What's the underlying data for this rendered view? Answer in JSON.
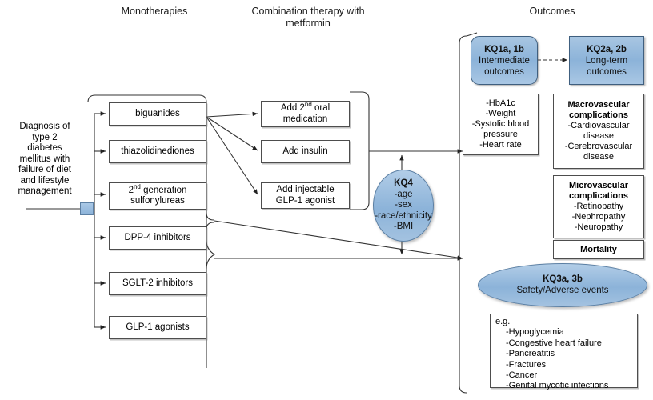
{
  "headers": {
    "monotherapies": "Monotherapies",
    "combination": "Combination therapy with\nmetformin",
    "outcomes": "Outcomes"
  },
  "population": {
    "label": "Diagnosis of\ntype 2\ndiabetes\nmellitus with\nfailure of diet\nand lifestyle\nmanagement"
  },
  "monotherapies": [
    {
      "label": "biguanides"
    },
    {
      "label": "thiazolidinediones"
    },
    {
      "label": "2nd generation\nsulfonylureas",
      "sup": "nd",
      "pre": "2",
      "post": " generation",
      "line2": "sulfonylureas"
    },
    {
      "label": "DPP-4 inhibitors"
    },
    {
      "label": "SGLT-2 inhibitors"
    },
    {
      "label": "GLP-1 agonists"
    }
  ],
  "combination": [
    {
      "label": "Add 2nd oral\nmedication",
      "pre": "Add 2",
      "sup": "nd",
      "post": " oral",
      "line2": "medication"
    },
    {
      "label": "Add insulin"
    },
    {
      "label": "Add injectable\nGLP-1 agonist"
    }
  ],
  "kq4": {
    "title": "KQ4",
    "items": "-age\n-sex\n-race/ethnicity\n-BMI"
  },
  "outcomes": {
    "kq1": {
      "title": "KQ1a, 1b",
      "subtitle": "Intermediate\noutcomes"
    },
    "kq2": {
      "title": "KQ2a, 2b",
      "subtitle": "Long-term\noutcomes"
    },
    "intermediate_list": "-HbA1c\n-Weight\n-Systolic blood\npressure\n-Heart rate",
    "macrovascular": {
      "title": "Macrovascular\ncomplications",
      "items": "-Cardiovascular\ndisease\n-Cerebrovascular\ndisease"
    },
    "microvascular": {
      "title": "Microvascular\ncomplications",
      "items": "-Retinopathy\n-Nephropathy\n-Neuropathy"
    },
    "mortality": "Mortality",
    "kq3": {
      "title": "KQ3a, 3b",
      "subtitle": "Safety/Adverse events"
    },
    "adverse": {
      "eg": "e.g.",
      "items": [
        "-Hypoglycemia",
        "-Congestive heart failure",
        "-Pancreatitis",
        "-Fractures",
        "-Cancer",
        "-Genital mycotic infections"
      ]
    }
  },
  "colors": {
    "kq_fill": "#8cb3d9",
    "kq_border": "#3f5f7f",
    "box_border": "#4d4d4d",
    "line": "#333333"
  }
}
